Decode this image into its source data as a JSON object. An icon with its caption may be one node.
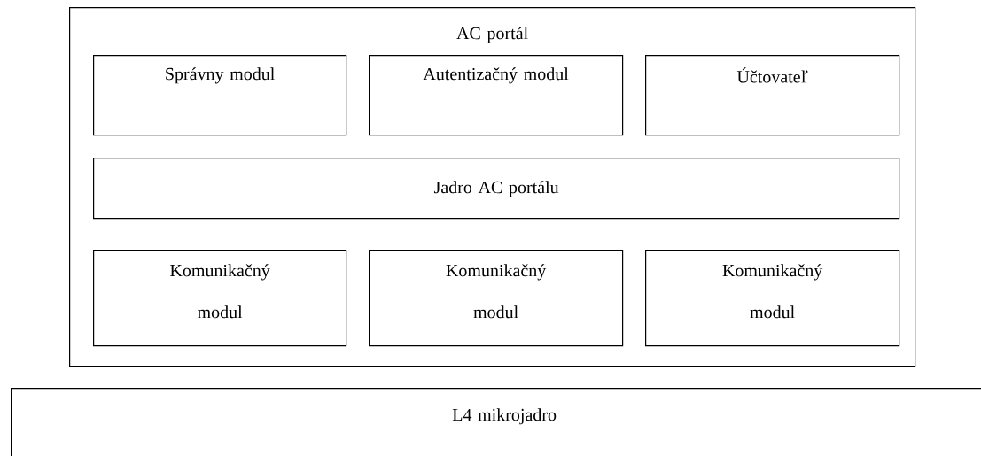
{
  "diagram": {
    "nodes": [
      {
        "text": [
          "AC portál"
        ]
      },
      {
        "text": [
          "Správny modul"
        ],
        "in": 0
      },
      {
        "text": [
          "Autentizačný modul"
        ],
        "in": 0
      },
      {
        "text": [
          "Účtovateľ"
        ],
        "in": 0
      },
      {
        "text": [
          "Jadro AC portálu"
        ],
        "in": 0
      },
      {
        "text": [
          "Komunikačný modul"
        ],
        "in": 0
      },
      {
        "text": [
          "Komunikačný modul"
        ],
        "in": 0
      },
      {
        "text": [
          "Komunikačný modul"
        ],
        "in": 0
      },
      {
        "text": [
          "L4 mikrojadro"
        ]
      }
    ]
  }
}
